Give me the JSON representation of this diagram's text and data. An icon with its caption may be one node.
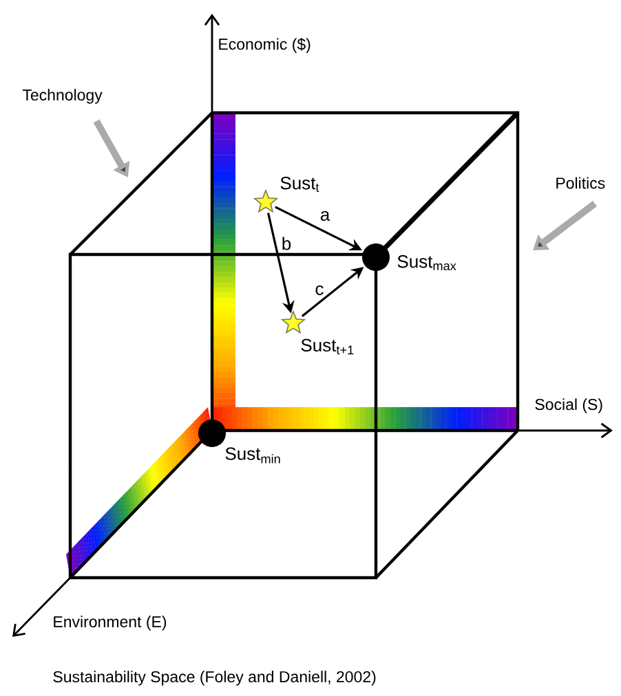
{
  "diagram": {
    "caption": "Sustainability Space (Foley and Daniell, 2002)",
    "nodes": [
      {
        "text": [],
        "shape": "star",
        "beside": [
          "Sust$_{t}$"
        ]
      },
      {
        "text": [],
        "shape": "circle",
        "beside": [
          "Sust$_{max}$"
        ]
      },
      {
        "text": [],
        "shape": "star",
        "beside": [
          "Sust$_{t+1}$"
        ]
      },
      {
        "text": [],
        "shape": "circle",
        "beside": [
          "Sust$_{min}$"
        ]
      }
    ],
    "edges": [
      {
        "from": 0,
        "to": 1,
        "arrow": "to",
        "label": "a"
      },
      {
        "from": 0,
        "to": 2,
        "arrow": "to",
        "label": "b"
      },
      {
        "from": 2,
        "to": 1,
        "arrow": "to",
        "label": "c"
      }
    ],
    "labels": [
      "Economic ($)",
      "Technology",
      "Politics",
      "Social (S)",
      "Environment (E)"
    ]
  }
}
